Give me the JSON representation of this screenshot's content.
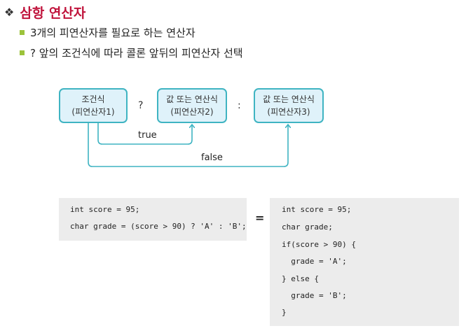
{
  "heading": {
    "bullet": "❖",
    "title": "삼항 연산자"
  },
  "bullets": [
    "3개의 피연산자를 필요로 하는 연산자",
    "? 앞의 조건식에 따라 콜론 앞뒤의 피연산자 선택"
  ],
  "diagram": {
    "nodes": [
      {
        "line1": "조건식",
        "line2": "(피연산자1)"
      },
      {
        "line1": "값 또는 연산식",
        "line2": "(피연산자2)"
      },
      {
        "line1": "값 또는 연산식",
        "line2": "(피연산자3)"
      }
    ],
    "question_op": "?",
    "colon_op": ":",
    "true_label": "true",
    "false_label": "false",
    "accent_color": "#3fb4c2",
    "node_fill": "#dff2fa"
  },
  "code_left": [
    "int score = 95;",
    "char grade = (score > 90) ? 'A' : 'B';"
  ],
  "equals_sign": "=",
  "code_right": [
    "int score = 95;",
    "char grade;",
    "if(score > 90) {",
    "  grade = 'A';",
    "} else {",
    "  grade = 'B';",
    "}"
  ]
}
